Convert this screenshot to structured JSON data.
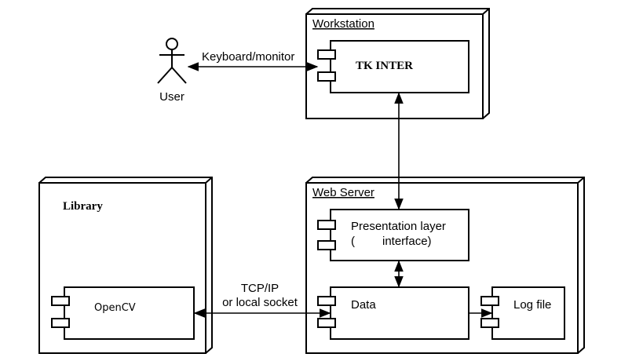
{
  "actor": {
    "name": "User"
  },
  "edges": {
    "user_workstation": "Keyboard/monitor",
    "library_webserver_line1": "TCP/IP",
    "library_webserver_line2": "or local socket"
  },
  "nodes": {
    "workstation": {
      "title": "Workstation",
      "component": "TK INTER"
    },
    "web_server": {
      "title": "Web Server",
      "presentation_line1": "Presentation layer",
      "presentation_line2_left": "(",
      "presentation_line2_right": "interface)",
      "data_component": "Data",
      "log_component": "Log file"
    },
    "library": {
      "title": "Library",
      "component": "OpenCV"
    }
  }
}
